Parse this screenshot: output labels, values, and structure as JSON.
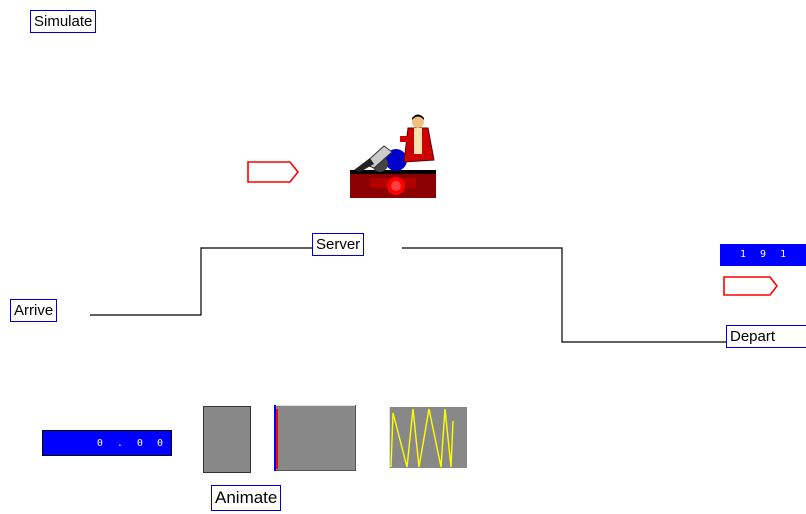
{
  "buttons": {
    "simulate": "Simulate",
    "animate": "Animate"
  },
  "blocks": {
    "server": "Server",
    "arrive": "Arrive",
    "depart": "Depart"
  },
  "displays": {
    "departures_count": "1 9 1",
    "sim_time": "0 . 0 0"
  },
  "icons": {
    "server": "worker-at-desk-icon",
    "queue_token": "entity-token-icon",
    "level_gauge": "level-gauge-icon",
    "histogram": "histogram-plot-icon",
    "sawtooth": "sawtooth-plot-icon"
  },
  "colors": {
    "accent": "#0000ff",
    "label_border": "#0000cc",
    "token": "#ff0000",
    "plot_bg": "#888888",
    "plot_trace": "#ffff00"
  }
}
